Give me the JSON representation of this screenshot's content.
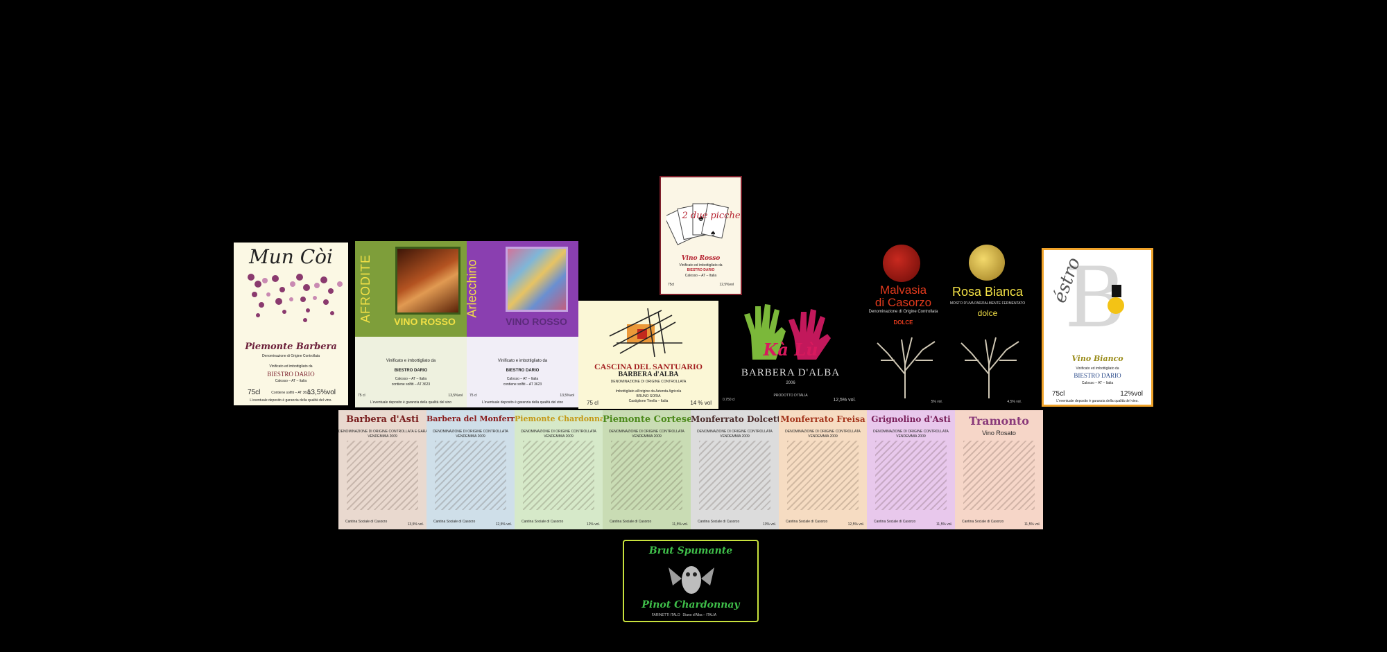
{
  "labels": {
    "mun_coi": {
      "title": "Mun Còi",
      "wine": "Piemonte Barbera",
      "doc": "Denominazione di Origine Controllata",
      "bottler": "Vinificato ed imbottigliato da",
      "producer": "BIESTRO DARIO",
      "place": "Calosso – AT – Italia",
      "volume": "75cl",
      "sulfites": "Contiene solfiti – AT 3623",
      "abv": "13,5%vol",
      "note": "L'eventuale deposito è garanzia della qualità del vino."
    },
    "afrodite": {
      "title": "AFRODITE",
      "type": "VINO ROSSO",
      "bottler": "Vinificato e imbottigliato da",
      "producer": "BIESTRO DARIO",
      "place": "Calosso – AT – Italia",
      "sulfites": "contiene solfiti – AT 3623",
      "volume": "75 cl",
      "abv": "13,5%vol",
      "note": "L'eventuale deposito è garanzia della qualità del vino"
    },
    "arlecchino": {
      "title": "Arlecchino",
      "type": "VINO ROSSO",
      "bottler": "Vinificato e imbottigliato da",
      "producer": "BIESTRO DARIO",
      "place": "Calosso – AT – Italia",
      "sulfites": "contiene solfiti – AT 3623",
      "volume": "75 cl",
      "abv": "13,5%vol",
      "note": "L'eventuale deposito è garanzia della qualità del vino"
    },
    "cascina": {
      "title": "CASCINA DEL SANTUARIO",
      "wine": "BARBERA d'ALBA",
      "doc": "DENOMINAZIONE DI ORIGINE CONTROLLATA",
      "bottler": "Imbottigliato all'origine da Azienda Agricola",
      "producer": "BRUNO SORIA",
      "place": "Castiglione Tinella – Italia",
      "volume": "75 cl",
      "abv": "14 % vol"
    },
    "due_picche": {
      "title": "2 due picche",
      "type": "Vino Rosso",
      "bottler": "Vinificato ed imbottigliato da",
      "producer": "BIESTRO DARIO",
      "place": "Calosso – AT – Italia",
      "volume": "75cl",
      "abv": "12,5%vol"
    },
    "ka_lu": {
      "title": "Kà Lù",
      "wine": "BARBERA D'ALBA",
      "year": "2006",
      "volume": "0,750 cl",
      "abv": "12,5% vol.",
      "origin": "PRODOTTO D'ITALIA"
    },
    "malvasia": {
      "title_1": "Malvasia",
      "title_2": "di Casorzo",
      "doc": "Denominazione di Origine Controllata",
      "style": "DOLCE",
      "abv": "5% vol."
    },
    "rosa_bianca": {
      "title": "Rosa Bianca",
      "desc": "MOSTO D'UVA PARZIALMENTE FERMENTATO",
      "style": "dolce",
      "abv": "4,5% vol."
    },
    "estro": {
      "title": "éstro",
      "type": "Vino Bianco",
      "bottler": "Vinificato ed imbottigliato da",
      "producer": "BIESTRO DARIO",
      "place": "Calosso – AT – Italia",
      "volume": "75cl",
      "abv": "12%vol",
      "note": "L'eventuale deposito è garanzia della qualità del vino."
    },
    "bottom_row": [
      {
        "name": "Barbera d'Asti",
        "doc": "DENOMINAZIONE DI ORIGINE CONTROLLATA E GARANTITA",
        "vintage": "VENDEMMIA 2009",
        "abv": "13,5% vol.",
        "bg": "#e9d9cf",
        "color": "#7a1f1f"
      },
      {
        "name": "Barbera del Monferrato",
        "doc": "DENOMINAZIONE DI ORIGINE CONTROLLATA",
        "vintage": "VENDEMMIA 2009",
        "abv": "12,5% vol.",
        "bg": "#cfdfe9",
        "color": "#8a1c1c"
      },
      {
        "name": "Piemonte Chardonnay",
        "doc": "DENOMINAZIONE DI ORIGINE CONTROLLATA",
        "vintage": "VENDEMMIA 2009",
        "abv": "12% vol.",
        "bg": "#d6e9c9",
        "color": "#c49a17"
      },
      {
        "name": "Piemonte Cortese",
        "doc": "DENOMINAZIONE DI ORIGINE CONTROLLATA",
        "vintage": "VENDEMMIA 2009",
        "abv": "11,5% vol.",
        "bg": "#c9dcb4",
        "color": "#4d8a1c"
      },
      {
        "name": "Monferrato Dolcetto",
        "doc": "DENOMINAZIONE DI ORIGINE CONTROLLATA",
        "vintage": "VENDEMMIA 2009",
        "abv": "13% vol.",
        "bg": "#dcdcdc",
        "color": "#4a2a2a"
      },
      {
        "name": "Monferrato Freisa",
        "doc": "DENOMINAZIONE DI ORIGINE CONTROLLATA",
        "vintage": "VENDEMMIA 2009",
        "abv": "12,5% vol.",
        "bg": "#f6dcc2",
        "color": "#a4341b"
      },
      {
        "name": "Grignolino d'Asti",
        "doc": "DENOMINAZIONE DI ORIGINE CONTROLLATA",
        "vintage": "VENDEMMIA 2009",
        "abv": "11,5% vol.",
        "bg": "#e8c8ec",
        "color": "#7a1f5a"
      },
      {
        "name": "Tramonto",
        "doc": "Vino Rosato",
        "vintage": "",
        "abv": "11,5% vol.",
        "bg": "#f6d6c8",
        "color": "#8a3a7a"
      }
    ],
    "bottom_brand": "Cantina Sociale di Casorzo",
    "brut": {
      "title": "Brut Spumante",
      "subtitle": "Pinot Chardonnay",
      "producer": "FARINETTI ITALO",
      "place": "Diano d'Alba – ITALIA"
    }
  },
  "colors": {
    "background": "#000000",
    "estro_border": "#f0a32a",
    "brut_border": "#c8e23d",
    "afrodite_band": "#7e9e3a",
    "arlecchino_band": "#8a3fb0"
  }
}
